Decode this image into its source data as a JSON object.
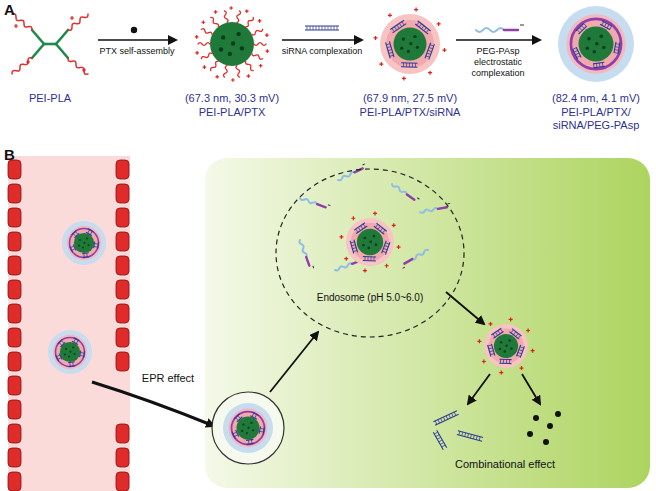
{
  "diagram": {
    "nodes": [
      {
        "text": [
          "Combinational effect"
        ]
      },
      {
        "text": [
          "Endosome (pH 5.0~6.0)"
        ],
        "in": 0
      }
    ],
    "labels": [
      "A",
      "PEI-PLA",
      "PTX self-assembly",
      "(67.3 nm, 30.3 mV)",
      "PEI-PLA/PTX",
      "siRNA complexation",
      "(67.9 nm, 27.5 mV)",
      "PEI-PLA/PTX/siRNA",
      "PEG-PAsp electrostatic complexation",
      "(82.4 nm, 4.1 mV)",
      "PEI-PLA/PTX/ siRNA/PEG-PAsp",
      "B",
      "EPR effect"
    ]
  }
}
